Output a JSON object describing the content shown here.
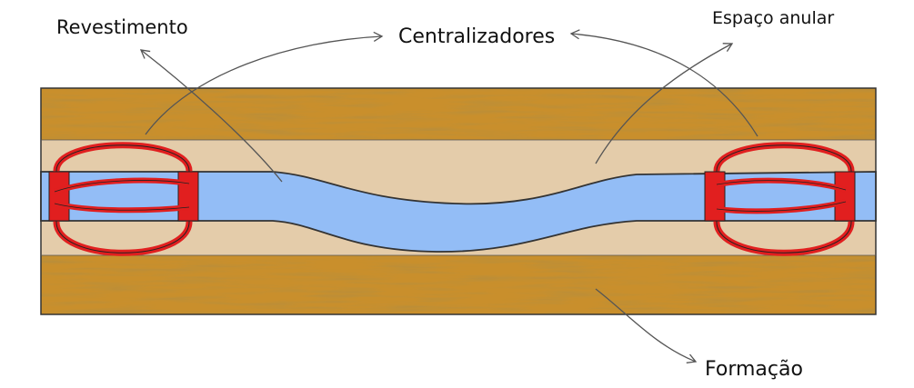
{
  "labels": {
    "revestimento": "Revestimento",
    "centralizadores": "Centralizadores",
    "espaco_anular": "Espaço anular",
    "formacao": "Formação"
  },
  "colors": {
    "formation": "#c98f2c",
    "formation_streak": "#9a6514",
    "annulus": "#e4ccaa",
    "casing": "#93bdf6",
    "centralizer": "#e11f1f",
    "outline": "#333333"
  },
  "icons": {
    "arrow": "arrow-icon",
    "centralizer": "centralizer-icon"
  }
}
